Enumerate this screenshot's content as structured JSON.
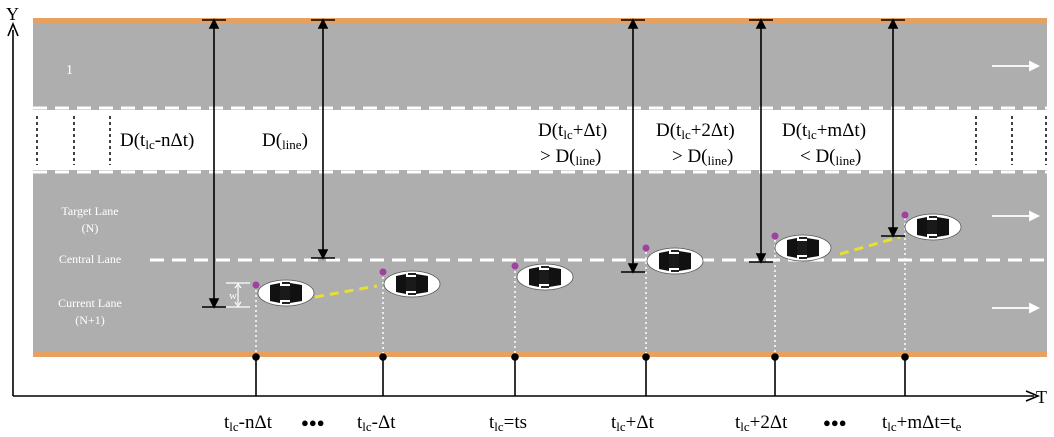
{
  "axes": {
    "y_label": "Y",
    "t_label": "T"
  },
  "lanes": {
    "upper_lane_number": "1",
    "target_lane": [
      "Target Lane",
      "(N)"
    ],
    "central_lane": "Central Lane",
    "current_lane": [
      "Current Lane",
      "(N+1)"
    ],
    "vehicle_width": "w"
  },
  "distances": [
    {
      "id": "d-tlc-minus-ndt",
      "lines": [
        [
          {
            "t": "D(t"
          },
          {
            "t": "lc",
            "sub": true
          },
          {
            "t": "-nΔt)"
          }
        ]
      ]
    },
    {
      "id": "d-line",
      "lines": [
        [
          {
            "t": "D("
          },
          {
            "t": "line",
            "sub": true
          },
          {
            "t": ")"
          }
        ]
      ]
    },
    {
      "id": "d-tlc-plus-dt",
      "lines": [
        [
          {
            "t": "D(t"
          },
          {
            "t": "lc",
            "sub": true
          },
          {
            "t": "+Δt)"
          }
        ],
        [
          {
            "t": "> D("
          },
          {
            "t": "line",
            "sub": true
          },
          {
            "t": ")"
          }
        ]
      ]
    },
    {
      "id": "d-tlc-plus-2dt",
      "lines": [
        [
          {
            "t": "D(t"
          },
          {
            "t": "lc",
            "sub": true
          },
          {
            "t": "+2Δt)"
          }
        ],
        [
          {
            "t": "> D("
          },
          {
            "t": "line",
            "sub": true
          },
          {
            "t": ")"
          }
        ]
      ]
    },
    {
      "id": "d-tlc-plus-mdt",
      "lines": [
        [
          {
            "t": "D(t"
          },
          {
            "t": "lc",
            "sub": true
          },
          {
            "t": "+mΔt)"
          }
        ],
        [
          {
            "t": "< D("
          },
          {
            "t": "line",
            "sub": true
          },
          {
            "t": ")"
          }
        ]
      ]
    }
  ],
  "time_labels": [
    {
      "id": "t-minus-ndt",
      "parts": [
        {
          "t": "t"
        },
        {
          "t": "lc",
          "sub": true
        },
        {
          "t": "-nΔt"
        }
      ]
    },
    {
      "id": "ellipsis-1",
      "parts": [
        {
          "t": "●●●"
        }
      ]
    },
    {
      "id": "t-minus-dt",
      "parts": [
        {
          "t": "t"
        },
        {
          "t": "lc",
          "sub": true
        },
        {
          "t": "-Δt"
        }
      ]
    },
    {
      "id": "t-ts",
      "parts": [
        {
          "t": "t"
        },
        {
          "t": "lc",
          "sub": true
        },
        {
          "t": "=ts"
        }
      ]
    },
    {
      "id": "t-plus-dt",
      "parts": [
        {
          "t": "t"
        },
        {
          "t": "lc",
          "sub": true
        },
        {
          "t": "+Δt"
        }
      ]
    },
    {
      "id": "t-plus-2dt",
      "parts": [
        {
          "t": "t"
        },
        {
          "t": "lc",
          "sub": true
        },
        {
          "t": "+2Δt"
        }
      ]
    },
    {
      "id": "ellipsis-2",
      "parts": [
        {
          "t": "●●●"
        }
      ]
    },
    {
      "id": "t-plus-mdt",
      "parts": [
        {
          "t": "t"
        },
        {
          "t": "lc",
          "sub": true
        },
        {
          "t": "+mΔt=t"
        },
        {
          "t": "e",
          "sub": true
        }
      ]
    }
  ],
  "colors": {
    "road": "#aeaeae",
    "edge": "#e8a060",
    "trajectory": "#e8e030",
    "reference_point": "#a040a0",
    "car_body": "#ffffff",
    "car_glass": "#111111"
  }
}
